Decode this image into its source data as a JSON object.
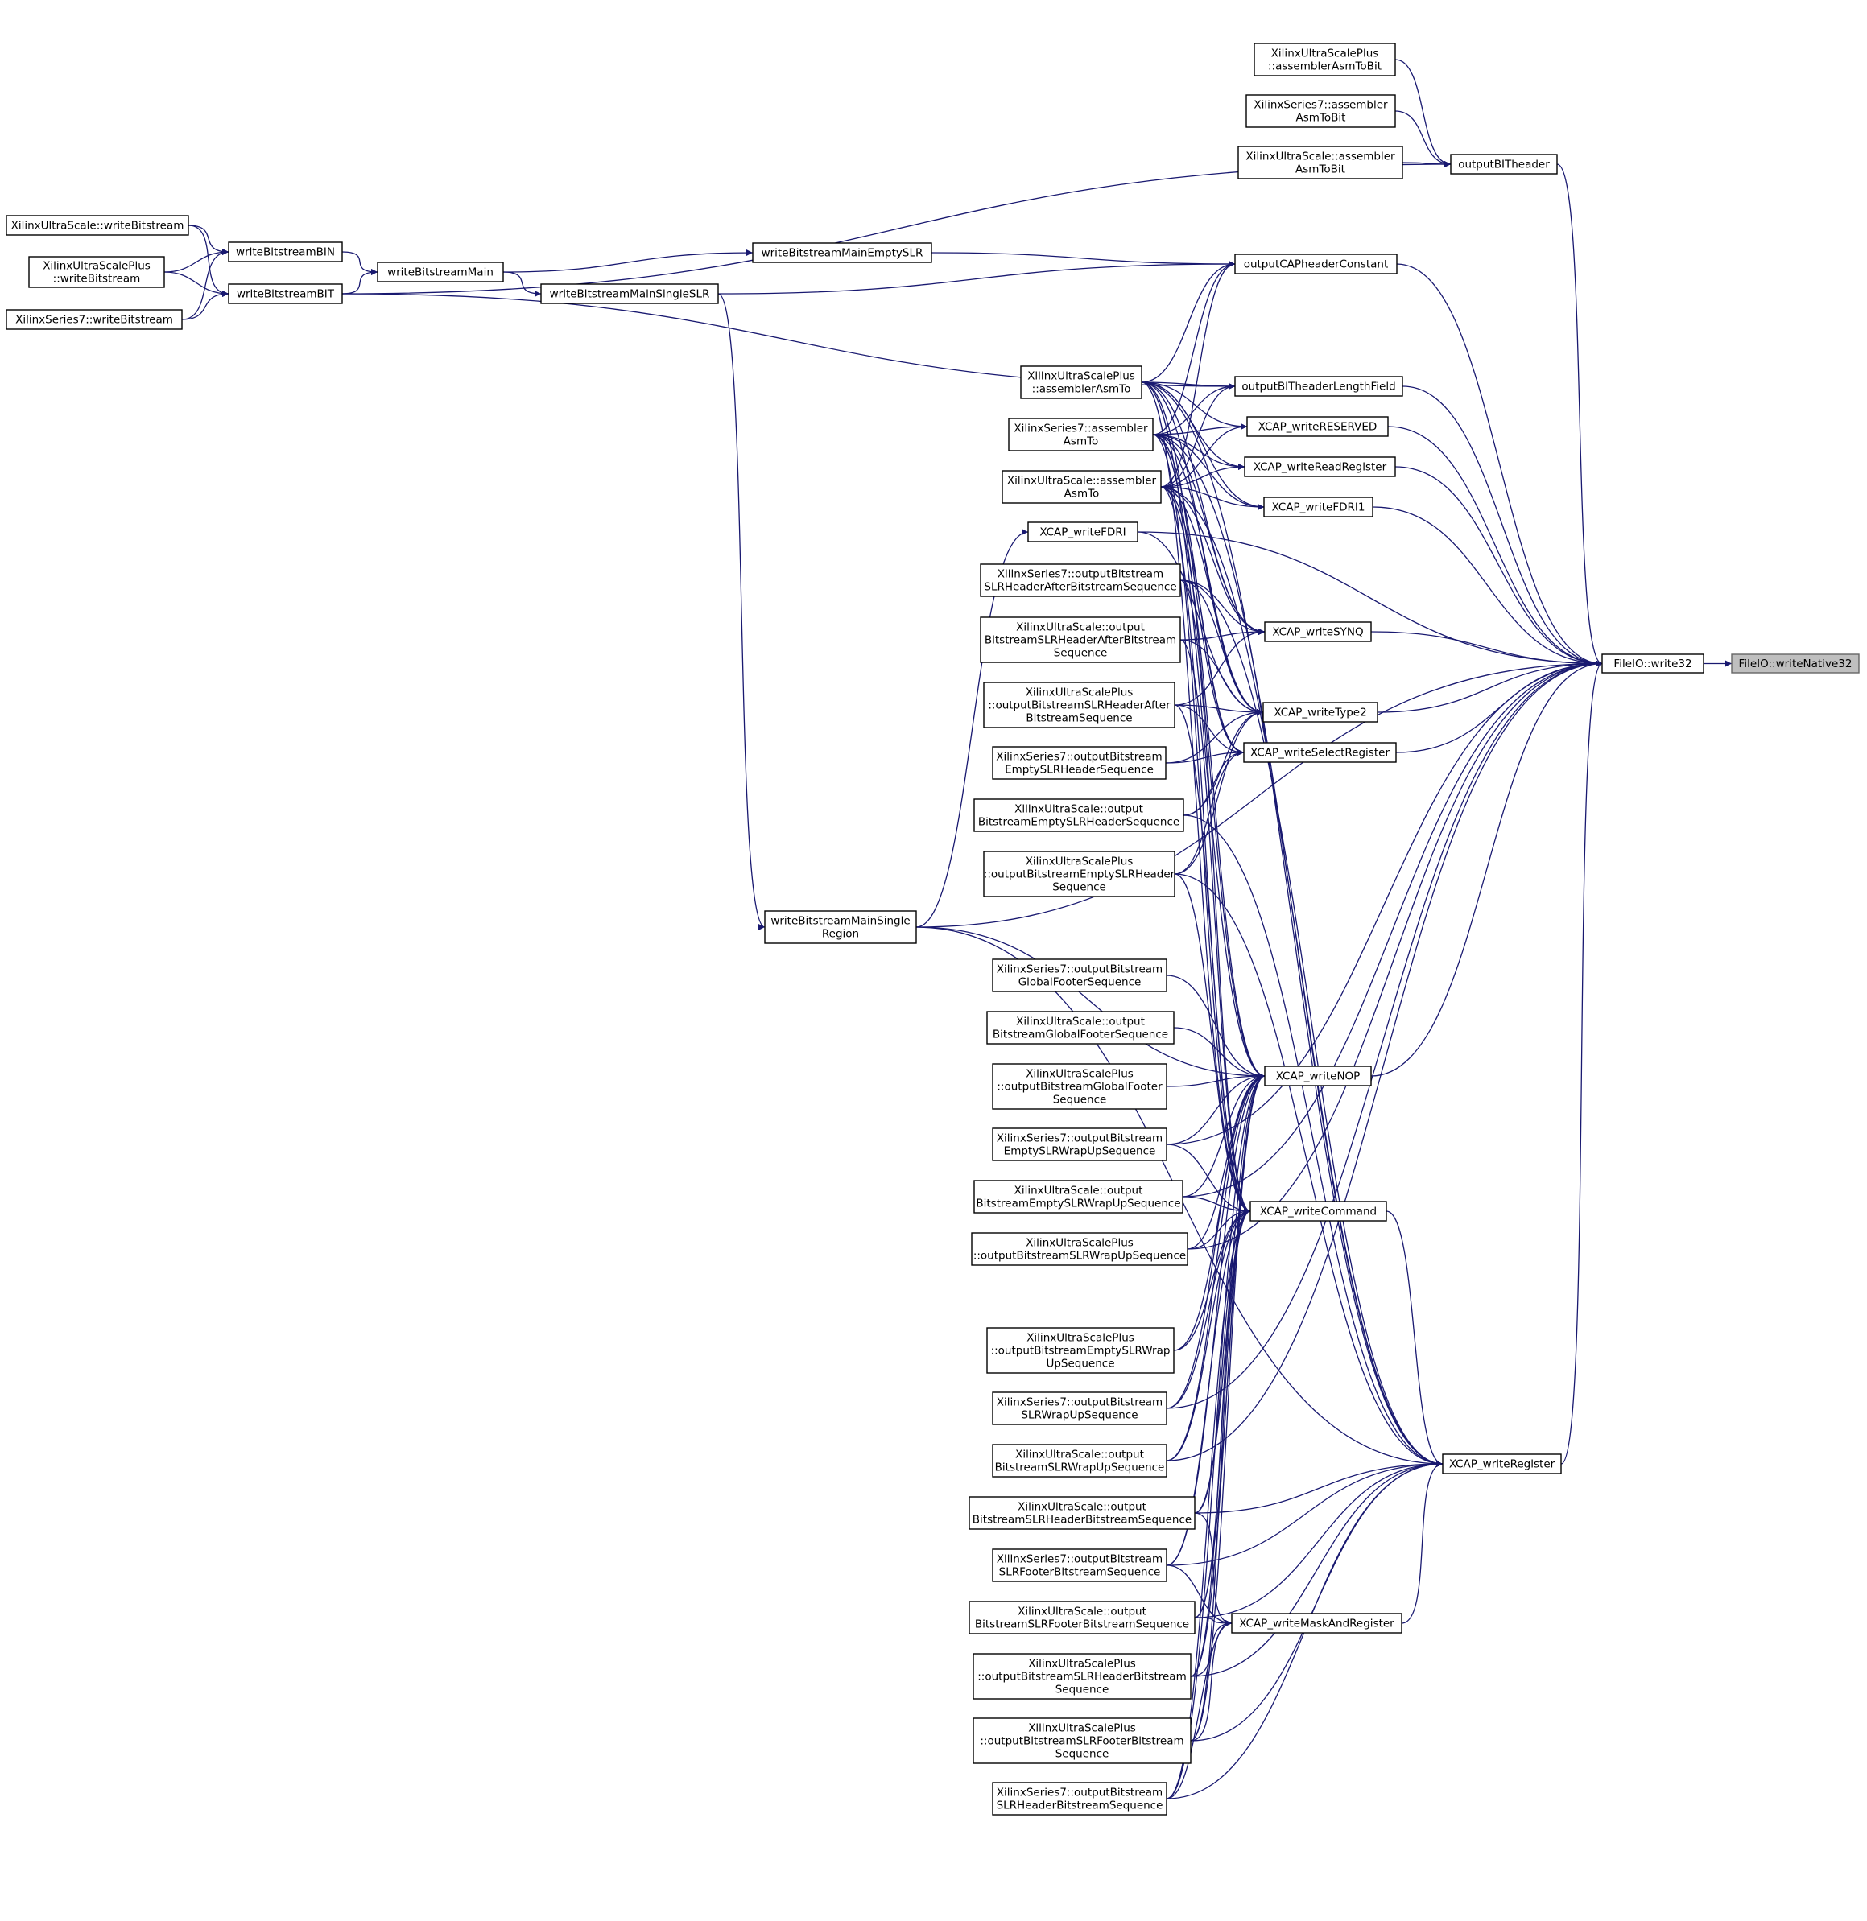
{
  "graph": {
    "edge_color": "#191970",
    "node_border_color": "#000000",
    "current_node_fill": "#bfbfbf",
    "current_node": "n0",
    "nodes": [
      {
        "id": "n0",
        "label": [
          "FileIO::writeNative32"
        ]
      },
      {
        "id": "n1",
        "label": [
          "FileIO::write32"
        ]
      },
      {
        "id": "n2",
        "label": [
          "XilinxUltraScale::writeBitstream"
        ]
      },
      {
        "id": "n3",
        "label": [
          "XilinxUltraScalePlus",
          "::writeBitstream"
        ]
      },
      {
        "id": "n4",
        "label": [
          "XilinxSeries7::writeBitstream"
        ]
      },
      {
        "id": "n5",
        "label": [
          "writeBitstreamBIN"
        ]
      },
      {
        "id": "n6",
        "label": [
          "writeBitstreamBIT"
        ]
      },
      {
        "id": "n7",
        "label": [
          "writeBitstreamMain"
        ]
      },
      {
        "id": "n8",
        "label": [
          "writeBitstreamMainEmptySLR"
        ]
      },
      {
        "id": "n9",
        "label": [
          "writeBitstreamMainSingleSLR"
        ]
      },
      {
        "id": "n10",
        "label": [
          "writeBitstreamMainSingle",
          "Region"
        ]
      },
      {
        "id": "n11",
        "label": [
          "XilinxUltraScalePlus",
          "::assemblerAsmToBit"
        ]
      },
      {
        "id": "n12",
        "label": [
          "XilinxSeries7::assembler",
          "AsmToBit"
        ]
      },
      {
        "id": "n13",
        "label": [
          "XilinxUltraScale::assembler",
          "AsmToBit"
        ]
      },
      {
        "id": "n14",
        "label": [
          "outputBITheader"
        ]
      },
      {
        "id": "n15",
        "label": [
          "outputCAPheaderConstant"
        ]
      },
      {
        "id": "n16",
        "label": [
          "XilinxUltraScalePlus",
          "::assemblerAsmTo"
        ]
      },
      {
        "id": "n17",
        "label": [
          "XilinxSeries7::assembler",
          "AsmTo"
        ]
      },
      {
        "id": "n18",
        "label": [
          "XilinxUltraScale::assembler",
          "AsmTo"
        ]
      },
      {
        "id": "n19",
        "label": [
          "outputBITheaderLengthField"
        ]
      },
      {
        "id": "n20",
        "label": [
          "XCAP_writeRESERVED"
        ]
      },
      {
        "id": "n21",
        "label": [
          "XCAP_writeReadRegister"
        ]
      },
      {
        "id": "n22",
        "label": [
          "XCAP_writeFDRI1"
        ]
      },
      {
        "id": "n23",
        "label": [
          "XCAP_writeFDRI"
        ]
      },
      {
        "id": "n24",
        "label": [
          "XCAP_writeSYNQ"
        ]
      },
      {
        "id": "n25",
        "label": [
          "XCAP_writeType2"
        ]
      },
      {
        "id": "n26",
        "label": [
          "XCAP_writeSelectRegister"
        ]
      },
      {
        "id": "n27",
        "label": [
          "XCAP_writeNOP"
        ]
      },
      {
        "id": "n28",
        "label": [
          "XCAP_writeCommand"
        ]
      },
      {
        "id": "n29",
        "label": [
          "XCAP_writeRegister"
        ]
      },
      {
        "id": "n30",
        "label": [
          "XCAP_writeMaskAndRegister"
        ]
      },
      {
        "id": "n31",
        "label": [
          "XilinxSeries7::outputBitstream",
          "SLRHeaderAfterBitstreamSequence"
        ]
      },
      {
        "id": "n32",
        "label": [
          "XilinxUltraScale::output",
          "BitstreamSLRHeaderAfterBitstream",
          "Sequence"
        ]
      },
      {
        "id": "n33",
        "label": [
          "XilinxUltraScalePlus",
          "::outputBitstreamSLRHeaderAfter",
          "BitstreamSequence"
        ]
      },
      {
        "id": "n34",
        "label": [
          "XilinxSeries7::outputBitstream",
          "EmptySLRHeaderSequence"
        ]
      },
      {
        "id": "n35",
        "label": [
          "XilinxUltraScale::output",
          "BitstreamEmptySLRHeaderSequence"
        ]
      },
      {
        "id": "n36",
        "label": [
          "XilinxUltraScalePlus",
          "::outputBitstreamEmptySLRHeader",
          "Sequence"
        ]
      },
      {
        "id": "n37",
        "label": [
          "XilinxSeries7::outputBitstream",
          "GlobalFooterSequence"
        ]
      },
      {
        "id": "n38",
        "label": [
          "XilinxUltraScale::output",
          "BitstreamGlobalFooterSequence"
        ]
      },
      {
        "id": "n39",
        "label": [
          "XilinxUltraScalePlus",
          "::outputBitstreamGlobalFooter",
          "Sequence"
        ]
      },
      {
        "id": "n40",
        "label": [
          "XilinxSeries7::outputBitstream",
          "EmptySLRWrapUpSequence"
        ]
      },
      {
        "id": "n41",
        "label": [
          "XilinxUltraScale::output",
          "BitstreamEmptySLRWrapUpSequence"
        ]
      },
      {
        "id": "n42",
        "label": [
          "XilinxUltraScalePlus",
          "::outputBitstreamSLRWrapUpSequence"
        ]
      },
      {
        "id": "n43",
        "label": [
          "XilinxUltraScalePlus",
          "::outputBitstreamEmptySLRWrap",
          "UpSequence"
        ]
      },
      {
        "id": "n44",
        "label": [
          "XilinxSeries7::outputBitstream",
          "SLRWrapUpSequence"
        ]
      },
      {
        "id": "n45",
        "label": [
          "XilinxUltraScale::output",
          "BitstreamSLRWrapUpSequence"
        ]
      },
      {
        "id": "n46",
        "label": [
          "XilinxUltraScale::output",
          "BitstreamSLRHeaderBitstreamSequence"
        ]
      },
      {
        "id": "n47",
        "label": [
          "XilinxSeries7::outputBitstream",
          "SLRFooterBitstreamSequence"
        ]
      },
      {
        "id": "n48",
        "label": [
          "XilinxUltraScale::output",
          "BitstreamSLRFooterBitstreamSequence"
        ]
      },
      {
        "id": "n49",
        "label": [
          "XilinxUltraScalePlus",
          "::outputBitstreamSLRHeaderBitstream",
          "Sequence"
        ]
      },
      {
        "id": "n50",
        "label": [
          "XilinxUltraScalePlus",
          "::outputBitstreamSLRFooterBitstream",
          "Sequence"
        ]
      },
      {
        "id": "n51",
        "label": [
          "XilinxSeries7::outputBitstream",
          "SLRHeaderBitstreamSequence"
        ]
      }
    ],
    "edges": [
      [
        "n1",
        "n0"
      ],
      [
        "n2",
        "n5"
      ],
      [
        "n3",
        "n5"
      ],
      [
        "n4",
        "n5"
      ],
      [
        "n2",
        "n6"
      ],
      [
        "n3",
        "n6"
      ],
      [
        "n4",
        "n6"
      ],
      [
        "n5",
        "n7"
      ],
      [
        "n6",
        "n7"
      ],
      [
        "n7",
        "n8"
      ],
      [
        "n7",
        "n9"
      ],
      [
        "n9",
        "n10"
      ],
      [
        "n11",
        "n14"
      ],
      [
        "n12",
        "n14"
      ],
      [
        "n13",
        "n14"
      ],
      [
        "n6",
        "n14"
      ],
      [
        "n14",
        "n1"
      ],
      [
        "n8",
        "n15"
      ],
      [
        "n9",
        "n15"
      ],
      [
        "n16",
        "n15"
      ],
      [
        "n17",
        "n15"
      ],
      [
        "n18",
        "n15"
      ],
      [
        "n15",
        "n1"
      ],
      [
        "n16",
        "n19"
      ],
      [
        "n17",
        "n19"
      ],
      [
        "n18",
        "n19"
      ],
      [
        "n6",
        "n19"
      ],
      [
        "n19",
        "n1"
      ],
      [
        "n16",
        "n20"
      ],
      [
        "n17",
        "n20"
      ],
      [
        "n18",
        "n20"
      ],
      [
        "n20",
        "n1"
      ],
      [
        "n16",
        "n21"
      ],
      [
        "n17",
        "n21"
      ],
      [
        "n18",
        "n21"
      ],
      [
        "n21",
        "n1"
      ],
      [
        "n16",
        "n22"
      ],
      [
        "n17",
        "n22"
      ],
      [
        "n18",
        "n22"
      ],
      [
        "n22",
        "n1"
      ],
      [
        "n10",
        "n23"
      ],
      [
        "n23",
        "n25"
      ],
      [
        "n23",
        "n1"
      ],
      [
        "n16",
        "n24"
      ],
      [
        "n17",
        "n24"
      ],
      [
        "n18",
        "n24"
      ],
      [
        "n31",
        "n24"
      ],
      [
        "n32",
        "n24"
      ],
      [
        "n33",
        "n24"
      ],
      [
        "n24",
        "n1"
      ],
      [
        "n16",
        "n25"
      ],
      [
        "n17",
        "n25"
      ],
      [
        "n18",
        "n25"
      ],
      [
        "n31",
        "n25"
      ],
      [
        "n32",
        "n25"
      ],
      [
        "n33",
        "n25"
      ],
      [
        "n34",
        "n25"
      ],
      [
        "n35",
        "n25"
      ],
      [
        "n36",
        "n25"
      ],
      [
        "n25",
        "n1"
      ],
      [
        "n16",
        "n26"
      ],
      [
        "n17",
        "n26"
      ],
      [
        "n18",
        "n26"
      ],
      [
        "n33",
        "n26"
      ],
      [
        "n34",
        "n26"
      ],
      [
        "n35",
        "n26"
      ],
      [
        "n36",
        "n26"
      ],
      [
        "n26",
        "n1"
      ],
      [
        "n16",
        "n27"
      ],
      [
        "n17",
        "n27"
      ],
      [
        "n18",
        "n27"
      ],
      [
        "n10",
        "n27"
      ],
      [
        "n37",
        "n27"
      ],
      [
        "n38",
        "n27"
      ],
      [
        "n39",
        "n27"
      ],
      [
        "n40",
        "n27"
      ],
      [
        "n41",
        "n27"
      ],
      [
        "n42",
        "n27"
      ],
      [
        "n43",
        "n27"
      ],
      [
        "n44",
        "n27"
      ],
      [
        "n45",
        "n27"
      ],
      [
        "n46",
        "n27"
      ],
      [
        "n47",
        "n27"
      ],
      [
        "n48",
        "n27"
      ],
      [
        "n49",
        "n27"
      ],
      [
        "n50",
        "n27"
      ],
      [
        "n51",
        "n27"
      ],
      [
        "n27",
        "n1"
      ],
      [
        "n16",
        "n28"
      ],
      [
        "n17",
        "n28"
      ],
      [
        "n18",
        "n28"
      ],
      [
        "n31",
        "n28"
      ],
      [
        "n32",
        "n28"
      ],
      [
        "n33",
        "n28"
      ],
      [
        "n36",
        "n28"
      ],
      [
        "n40",
        "n28"
      ],
      [
        "n41",
        "n28"
      ],
      [
        "n42",
        "n28"
      ],
      [
        "n43",
        "n28"
      ],
      [
        "n44",
        "n28"
      ],
      [
        "n45",
        "n28"
      ],
      [
        "n46",
        "n28"
      ],
      [
        "n47",
        "n28"
      ],
      [
        "n48",
        "n28"
      ],
      [
        "n49",
        "n28"
      ],
      [
        "n50",
        "n28"
      ],
      [
        "n51",
        "n28"
      ],
      [
        "n28",
        "n29"
      ],
      [
        "n16",
        "n29"
      ],
      [
        "n17",
        "n29"
      ],
      [
        "n18",
        "n29"
      ],
      [
        "n10",
        "n29"
      ],
      [
        "n31",
        "n29"
      ],
      [
        "n35",
        "n29"
      ],
      [
        "n36",
        "n29"
      ],
      [
        "n46",
        "n29"
      ],
      [
        "n47",
        "n29"
      ],
      [
        "n48",
        "n29"
      ],
      [
        "n49",
        "n29"
      ],
      [
        "n50",
        "n29"
      ],
      [
        "n51",
        "n29"
      ],
      [
        "n30",
        "n29"
      ],
      [
        "n29",
        "n1"
      ],
      [
        "n46",
        "n30"
      ],
      [
        "n47",
        "n30"
      ],
      [
        "n48",
        "n30"
      ],
      [
        "n49",
        "n30"
      ],
      [
        "n50",
        "n30"
      ],
      [
        "n51",
        "n30"
      ],
      [
        "n40",
        "n1"
      ],
      [
        "n41",
        "n1"
      ],
      [
        "n42",
        "n1"
      ],
      [
        "n44",
        "n1"
      ],
      [
        "n45",
        "n1"
      ],
      [
        "n10",
        "n1"
      ]
    ]
  }
}
